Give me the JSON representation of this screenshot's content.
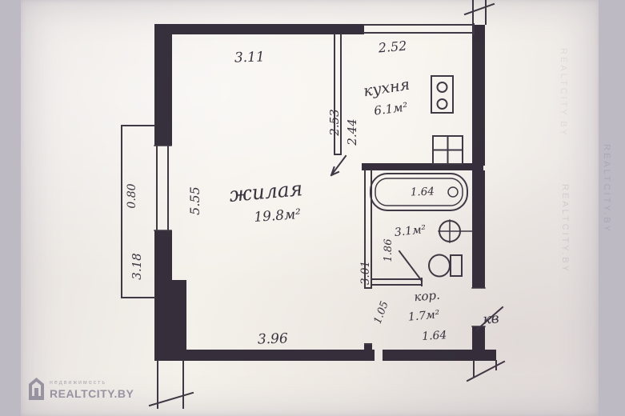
{
  "floorplan": {
    "rooms": {
      "living": {
        "name": "жилая",
        "area": "19.8м²"
      },
      "kitchen": {
        "name": "кухня",
        "area": "6.1м²"
      },
      "bathroom": {
        "area": "3.1м²"
      },
      "corridor": {
        "name": "кор.",
        "area": "1.7м²"
      },
      "entrance": {
        "label": "кв"
      }
    },
    "dimensions": {
      "living_top": "3.11",
      "living_side": "5.55",
      "living_bottom": "3.96",
      "kitchen_top": "2.52",
      "kitchen_side_a": "2.53",
      "kitchen_side_b": "2.44",
      "balcony_width": "0.80",
      "balcony_length": "3.18",
      "bath_width": "1.64",
      "bath_side": "1.86",
      "hall_side": "3.01",
      "hall_door": "1.05",
      "corridor_width": "1.64"
    }
  },
  "watermark": {
    "tagline": "недвижимость",
    "brand": "REALTCITY.BY",
    "side_text": "REALTCITY.BY"
  }
}
